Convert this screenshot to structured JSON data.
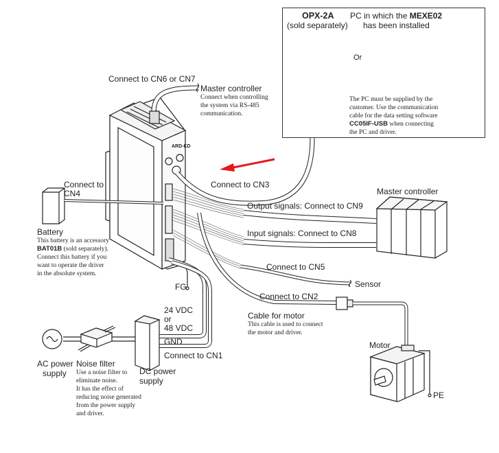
{
  "title": "ARD-KD driver system configuration",
  "driver": {
    "model": "ARD-KD"
  },
  "options_box": {
    "opx": {
      "name": "OPX-2A",
      "note": "(sold separately)"
    },
    "pc": {
      "line1_prefix": "PC in which the ",
      "software": "MEXE02",
      "line2": "has been installed"
    },
    "or": "Or",
    "note_lines": [
      "The PC must be supplied by the",
      "customer. Use the communication",
      "cable for the data setting software"
    ],
    "cable_name": "CC05IF-USB",
    "cable_suffix": " when connecting",
    "note_last": "the PC and driver."
  },
  "rs485": {
    "connect_label": "Connect to CN6 or CN7",
    "title": "Master controller",
    "note_lines": [
      "Connect when controlling",
      "the system via RS-485",
      "communication."
    ]
  },
  "battery": {
    "connect_label_1": "Connect to",
    "connect_label_2": "CN4",
    "title": "Battery",
    "note_line1": "This battery is an accessory",
    "part": "BAT01B",
    "part_suffix": " (sold separately).",
    "note_lines": [
      "Connect this battery if you",
      "want to operate the driver",
      "in the absolute system."
    ]
  },
  "cn3": {
    "label": "Connect to CN3"
  },
  "master_controller": {
    "title": "Master controller"
  },
  "signals": {
    "output": "Output signals: Connect to CN9",
    "input": "Input signals: Connect to CN8"
  },
  "sensor": {
    "connect_label": "Connect to CN5",
    "title": "Sensor"
  },
  "motor_cable": {
    "connect_label": "Connect to CN2",
    "title": "Cable for motor",
    "note_lines": [
      "This cable is used to connect",
      "the motor and driver."
    ]
  },
  "motor": {
    "title": "Motor",
    "pe": "PE"
  },
  "fg": "FG",
  "power": {
    "voltage_1": "24 VDC",
    "voltage_or": "or",
    "voltage_2": "48 VDC",
    "gnd": "GND",
    "connect_label": "Connect to CN1"
  },
  "ac_supply": {
    "line1": "AC power",
    "line2": "supply"
  },
  "noise_filter": {
    "title": "Noise filter",
    "note_lines": [
      "Use a noise filter to",
      "eliminate noise.",
      "It has the effect of",
      "reducing noise generated",
      "from the power supply",
      "and driver."
    ]
  },
  "dc_supply": {
    "line1": "DC power",
    "line2": "supply"
  },
  "colors": {
    "arrow": "#e3191c",
    "line": "#222222"
  }
}
